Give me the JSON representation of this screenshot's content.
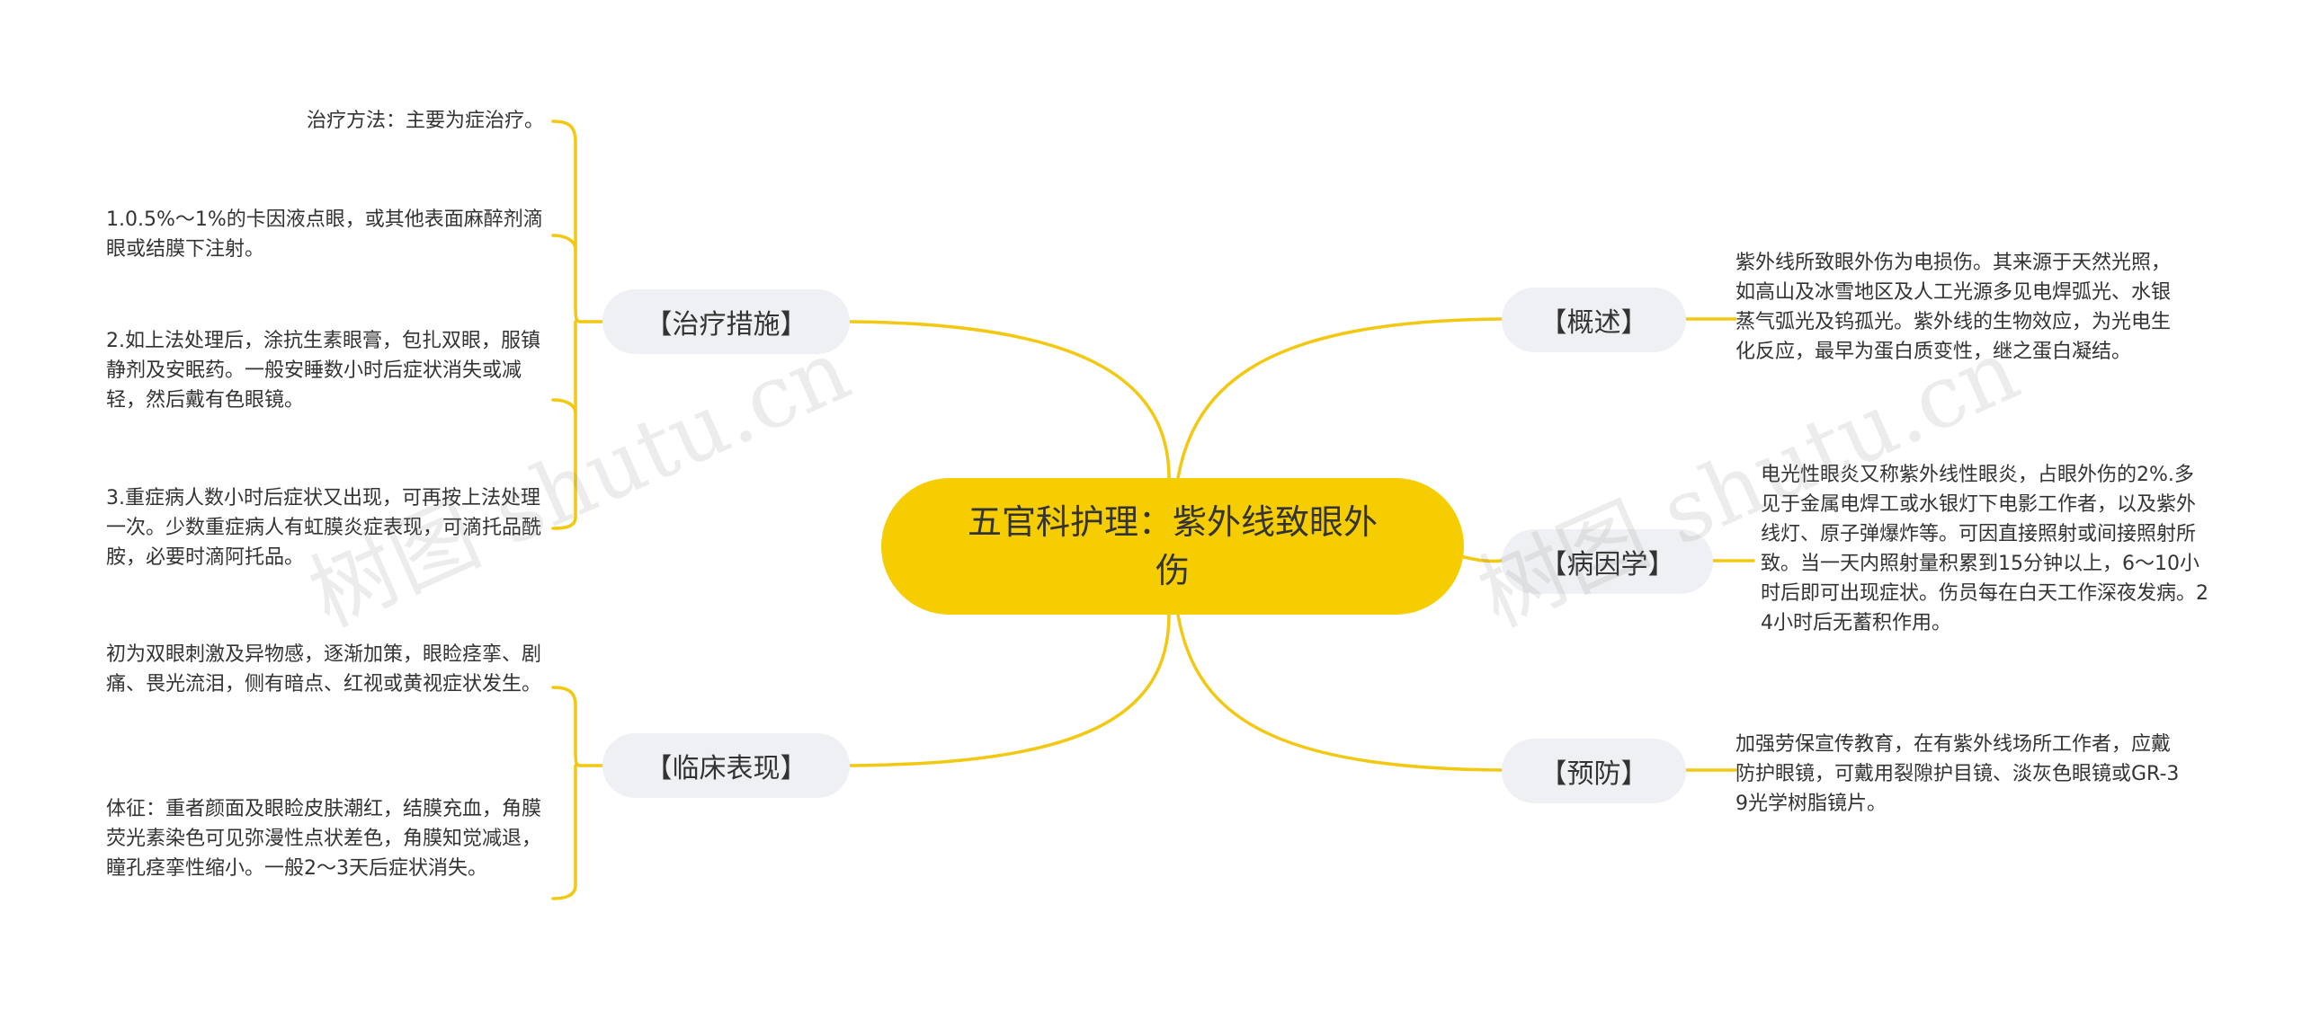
{
  "root": {
    "title": "五官科护理：紫外线致眼外伤"
  },
  "branches": {
    "treatment": {
      "label": "【治疗措施】",
      "items": [
        "治疗方法：主要为症治疗。",
        "1.0.5%～1%的卡因液点眼，或其他表面麻醉剂滴眼或结膜下注射。",
        "2.如上法处理后，涂抗生素眼膏，包扎双眼，服镇静剂及安眠药。一般安睡数小时后症状消失或减轻，然后戴有色眼镜。",
        "3.重症病人数小时后症状又出现，可再按上法处理一次。少数重症病人有虹膜炎症表现，可滴托品酰胺，必要时滴阿托品。"
      ]
    },
    "clinical": {
      "label": "【临床表现】",
      "items": [
        "初为双眼刺激及异物感，逐渐加策，眼睑痉挛、剧痛、畏光流泪，侧有暗点、红视或黄视症状发生。",
        "体征：重者颜面及眼睑皮肤潮红，结膜充血，角膜荧光素染色可见弥漫性点状差色，角膜知觉减退，瞳孔痉挛性缩小。一般2～3天后症状消失。"
      ]
    },
    "overview": {
      "label": "【概述】",
      "items": [
        "紫外线所致眼外伤为电损伤。其来源于天然光照，如高山及冰雪地区及人工光源多见电焊弧光、水银蒸气弧光及钨孤光。紫外线的生物效应，为光电生化反应，最早为蛋白质变性，继之蛋白凝结。"
      ]
    },
    "etiology": {
      "label": "【病因学】",
      "items": [
        "电光性眼炎又称紫外线性眼炎，占眼外伤的2%.多见于金属电焊工或水银灯下电影工作者，以及紫外线灯、原子弹爆炸等。可因直接照射或间接照射所致。当一天内照射量积累到15分钟以上，6～10小时后即可出现症状。伤员每在白天工作深夜发病。24小时后无蓄积作用。"
      ]
    },
    "prevention": {
      "label": "【预防】",
      "items": [
        "加强劳保宣传教育，在有紫外线场所工作者，应戴防护眼镜，可戴用裂隙护目镜、淡灰色眼镜或GR-39光学树脂镜片。"
      ]
    }
  },
  "watermark": {
    "text": "树图 shutu.cn"
  },
  "colors": {
    "root": "#f5cd00",
    "connector": "#f2c811",
    "branch_bg": "#eef0f3"
  }
}
